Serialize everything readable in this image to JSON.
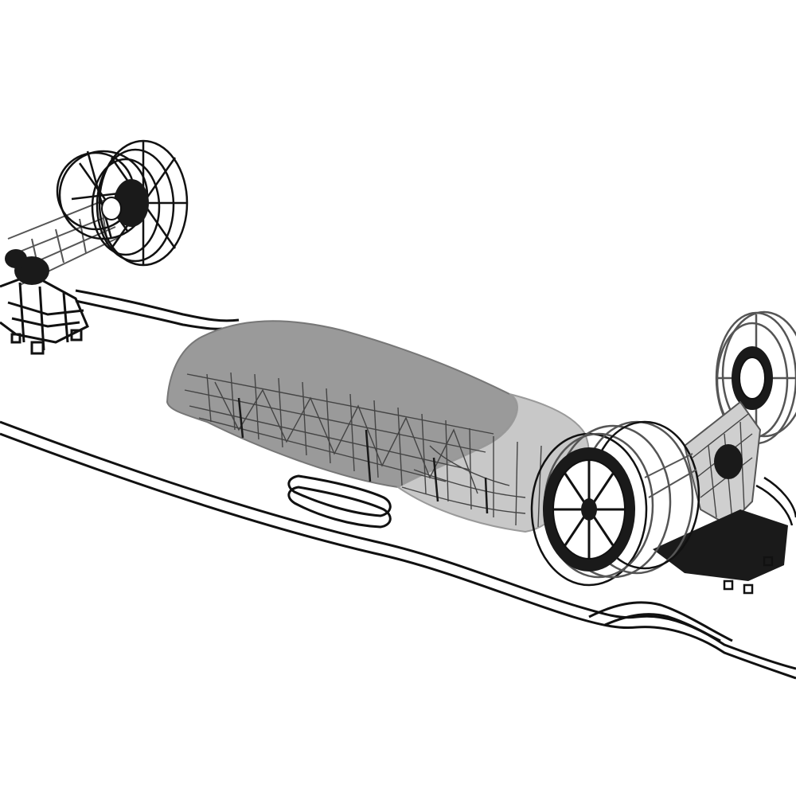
{
  "colors": {
    "background": "#ffffff",
    "line": "#111111",
    "wire_dark": "#1a1a1a",
    "wire_mid": "#555555",
    "shell_gray": "#9a9a9a",
    "shell_light": "#c8c8c8",
    "shell_stroke": "#777777"
  },
  "components": {
    "left_assembly": "wheel-on-boom",
    "center_assembly": "domed-shell",
    "right_assembly": "twin-wheel-rig",
    "ground": "road-outline",
    "opening": "oval-slot"
  }
}
